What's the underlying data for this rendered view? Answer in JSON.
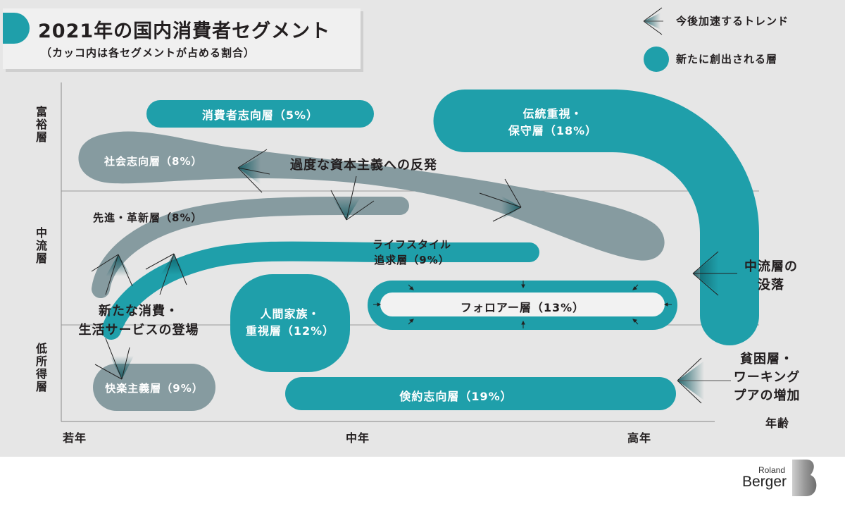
{
  "title": {
    "main": "2021年の国内消費者セグメント",
    "sub": "（カッコ内は各セグメントが占める割合）"
  },
  "legend": {
    "trend_label": "今後加速するトレンド",
    "trend_icon": "arrow-left-icon",
    "new_layer_label": "新たに創出される層",
    "new_layer_icon": "teal-circle-icon"
  },
  "colors": {
    "teal": "#1f9faa",
    "gray": "#869ba0",
    "background": "#e6e6e6",
    "light_band": "#f2f2f2",
    "text_dark": "#231f20"
  },
  "axes": {
    "y_labels": [
      "富裕層",
      "中流層",
      "低所得層"
    ],
    "x_labels": [
      "若年",
      "中年",
      "高年"
    ],
    "x_title": "年齢"
  },
  "segments": {
    "consumer": "消費者志向層（5%）",
    "social": "社会志向層（8%）",
    "traditional_line1": "伝統重視・",
    "traditional_line2": "保守層（18%）",
    "advanced": "先進・革新層（8%）",
    "lifestyle_line1": "ライフスタイル",
    "lifestyle_line2": "追求層（9%）",
    "human_line1": "人間家族・",
    "human_line2": "重視層（12%）",
    "follower": "フォロアー層（13%）",
    "hedonism": "快楽主義層（9%）",
    "thrift": "倹約志向層（19%）"
  },
  "annotations": {
    "anti_capitalism": "過度な資本主義への反発",
    "new_services_line1": "新たな消費・",
    "new_services_line2": "生活サービスの登場",
    "middle_decline_line1": "中流層の",
    "middle_decline_line2": "没落",
    "poverty_line1": "貧困層・",
    "poverty_line2": "ワーキング",
    "poverty_line3": "プアの増加"
  },
  "chart_data": {
    "type": "diagram",
    "title": "2021年の国内消費者セグメント",
    "subtitle": "（カッコ内は各セグメントが占める割合）",
    "xlabel": "年齢",
    "x_ticks": [
      "若年",
      "中年",
      "高年"
    ],
    "y_ticks": [
      "富裕層",
      "中流層",
      "低所得層"
    ],
    "segments": [
      {
        "name": "消費者志向層",
        "share_pct": 5,
        "new": true,
        "income": "富裕層",
        "age": "若年〜中年"
      },
      {
        "name": "社会志向層",
        "share_pct": 8,
        "new": false,
        "income": "富裕層→中流層",
        "age": "若年〜高年"
      },
      {
        "name": "伝統重視・保守層",
        "share_pct": 18,
        "new": true,
        "income": "富裕層→低所得層",
        "age": "中年〜高年"
      },
      {
        "name": "先進・革新層",
        "share_pct": 8,
        "new": false,
        "income": "中流層",
        "age": "若年〜中年"
      },
      {
        "name": "ライフスタイル追求層",
        "share_pct": 9,
        "new": true,
        "income": "中流層",
        "age": "若年〜中年"
      },
      {
        "name": "人間家族・重視層",
        "share_pct": 12,
        "new": true,
        "income": "中流層〜低所得層",
        "age": "中年"
      },
      {
        "name": "フォロアー層",
        "share_pct": 13,
        "new": true,
        "income": "中流層",
        "age": "中年〜高年"
      },
      {
        "name": "快楽主義層",
        "share_pct": 9,
        "new": false,
        "income": "低所得層",
        "age": "若年"
      },
      {
        "name": "倹約志向層",
        "share_pct": 19,
        "new": true,
        "income": "低所得層",
        "age": "中年〜高年"
      }
    ],
    "trends": [
      "過度な資本主義への反発",
      "新たな消費・生活サービスの登場",
      "中流層の没落",
      "貧困層・ワーキングプアの増加"
    ]
  },
  "brand": {
    "line1": "Roland",
    "line2": "Berger"
  }
}
